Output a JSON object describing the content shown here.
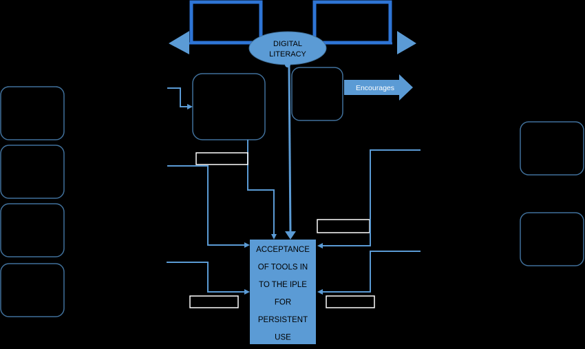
{
  "diagram": {
    "digital_literacy": {
      "line1": "DIGITAL",
      "line2": "LITERACY"
    },
    "encourages_arrow_label": "Encourages",
    "acceptance_box": {
      "lines": [
        "ACCEPTANCE",
        "OF TOOLS IN",
        "TO THE IPLE",
        "FOR",
        "PERSISTENT",
        "USE"
      ]
    },
    "colors": {
      "background": "#000000",
      "blue": "#5B9BD5",
      "bright_blue": "#2E75D6",
      "outline": "#41719C"
    }
  }
}
